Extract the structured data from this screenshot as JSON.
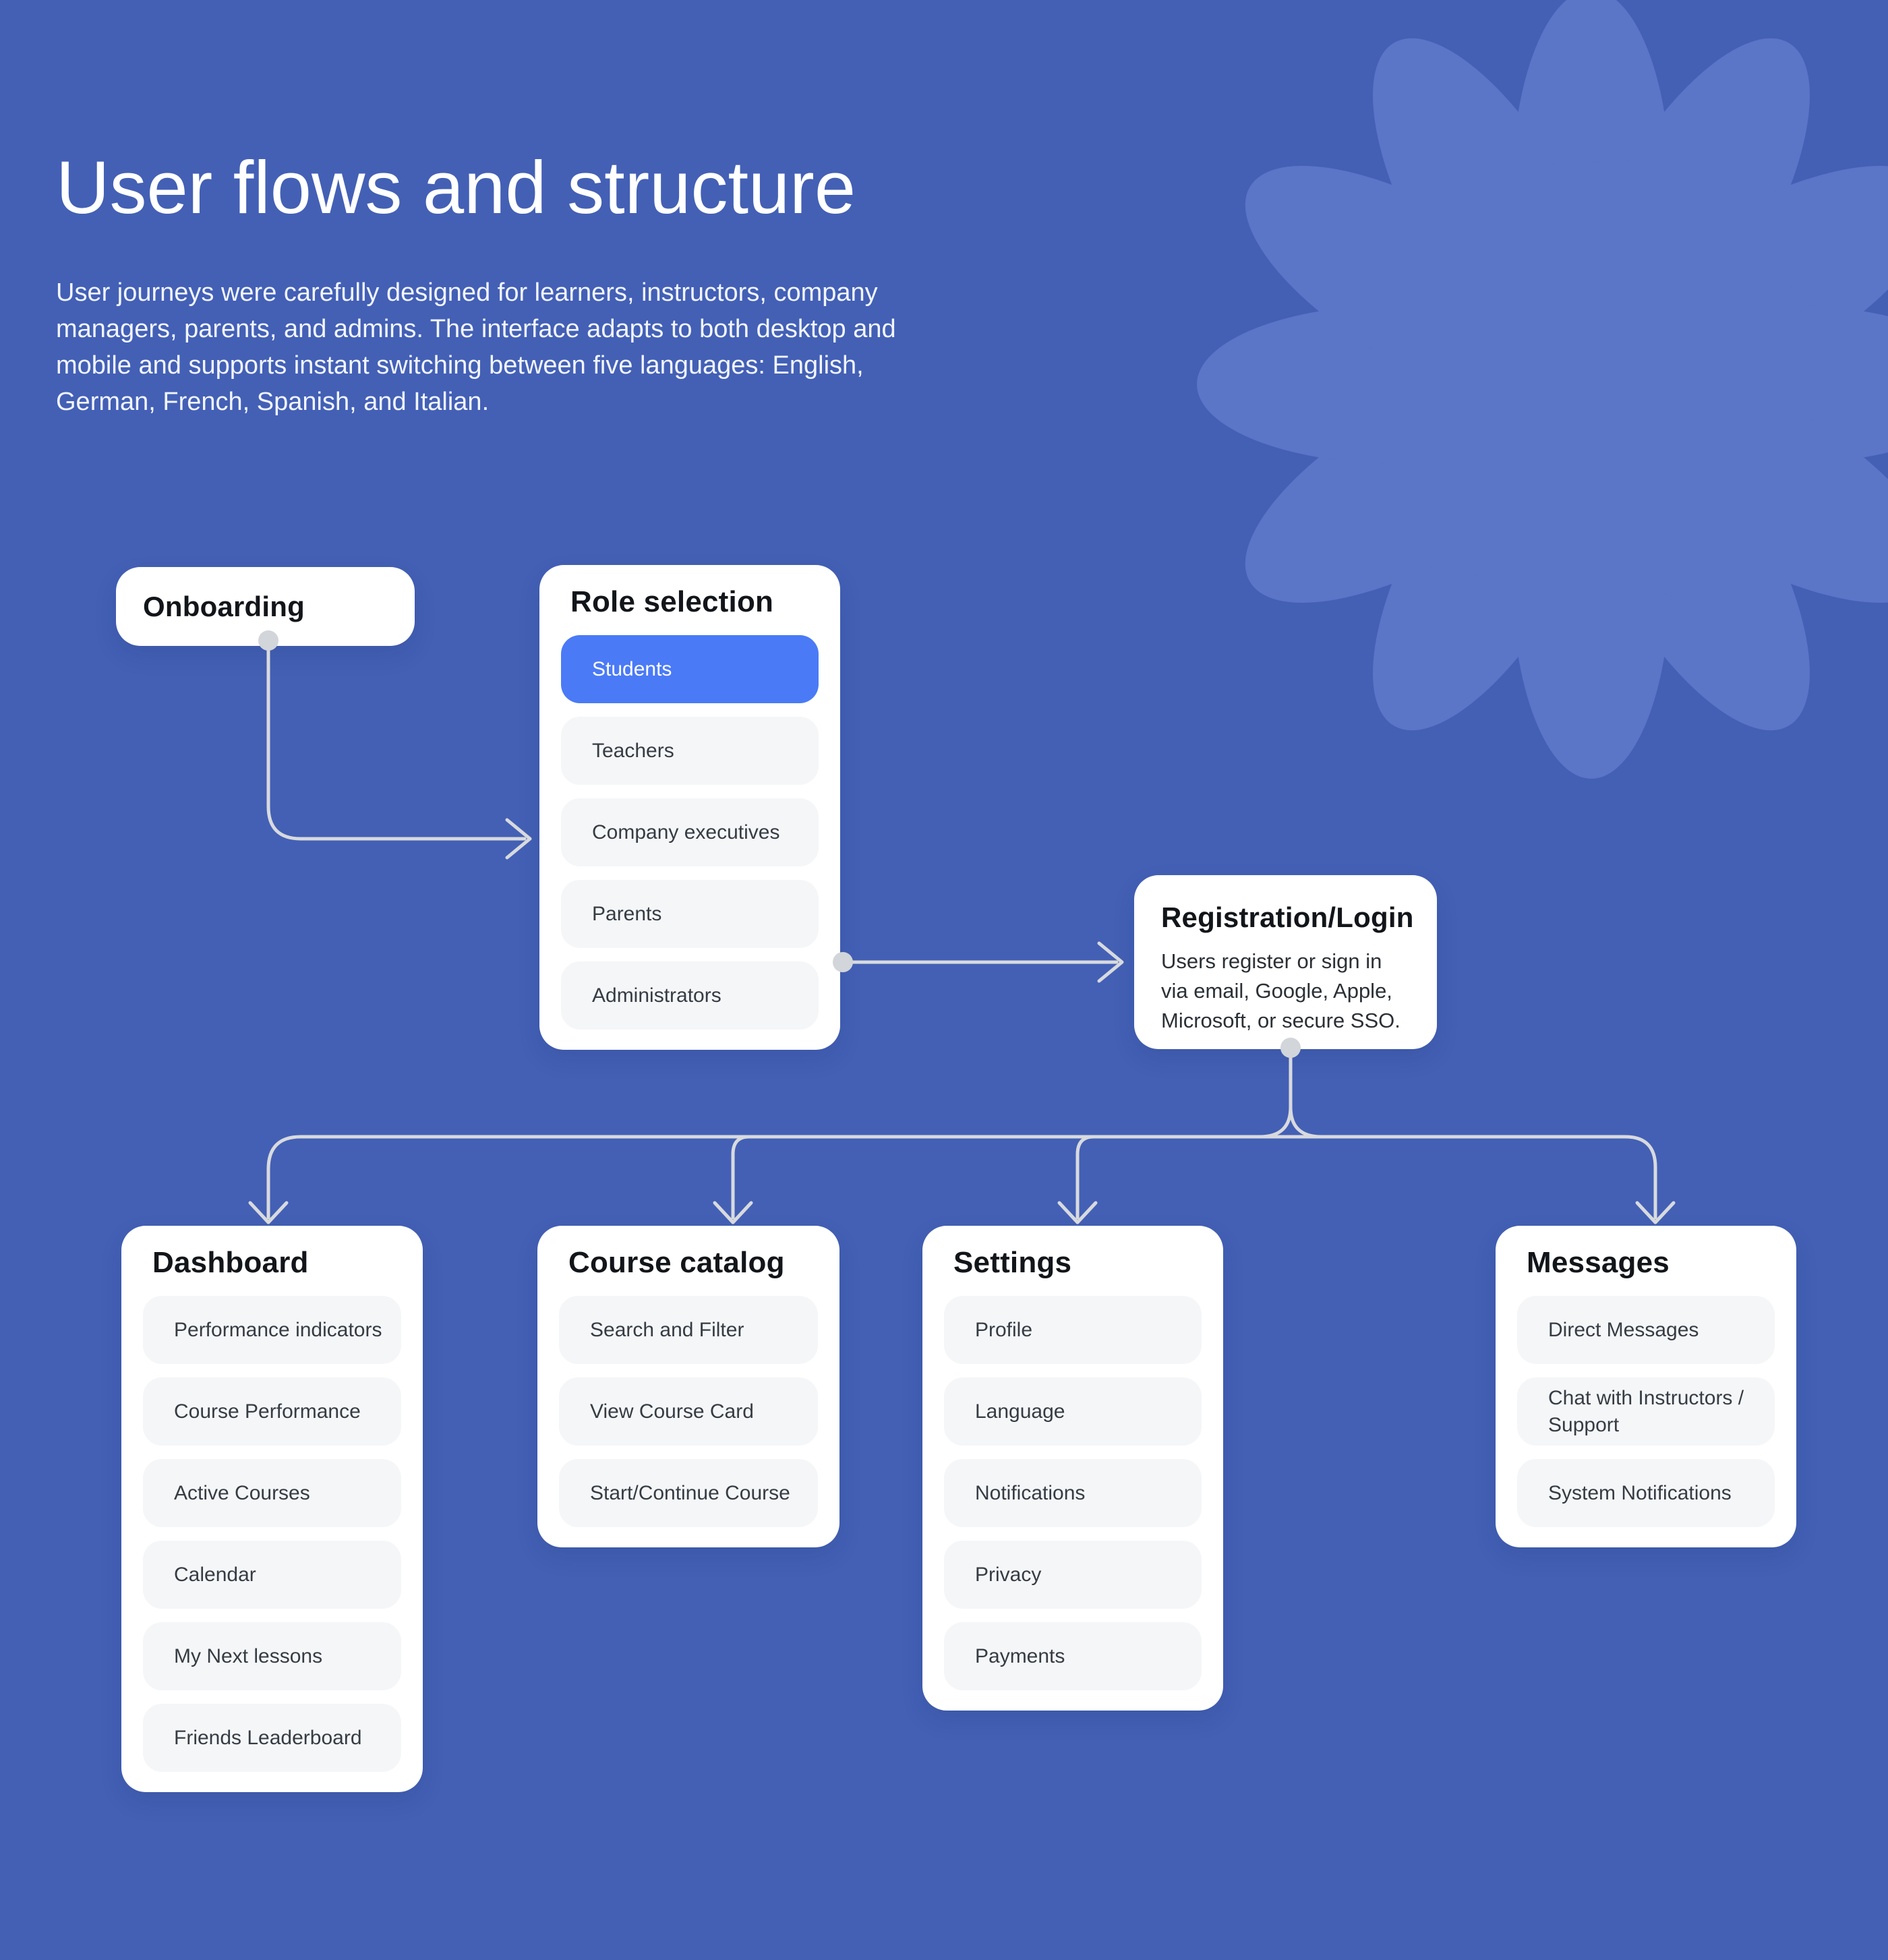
{
  "header": {
    "title": "User flows and structure",
    "description": "User journeys were carefully designed for learners, instructors, company\nmanagers, parents, and admins. The interface adapts to both desktop and\nmobile and supports instant switching between five languages: English,\nGerman, French, Spanish, and Italian."
  },
  "colors": {
    "background": "#4360b5",
    "flower": "#5b75c7",
    "card": "#ffffff",
    "item_background": "#f5f6f8",
    "accent_selected": "#4a7af6",
    "connector": "#d8dade",
    "title_text": "#121519",
    "item_text": "#363c44"
  },
  "nodes": {
    "onboarding": {
      "title": "Onboarding"
    },
    "role_selection": {
      "title": "Role selection",
      "items": [
        "Students",
        "Teachers",
        "Company executives",
        "Parents",
        "Administrators"
      ],
      "selected_item": "Students"
    },
    "registration": {
      "title": "Registration/Login",
      "body": "Users register or sign in via email, Google, Apple, Microsoft, or secure SSO."
    },
    "dashboard": {
      "title": "Dashboard",
      "items": [
        "Performance indicators",
        "Course Performance",
        "Active Courses",
        "Calendar",
        "My Next lessons",
        "Friends Leaderboard"
      ]
    },
    "course_catalog": {
      "title": "Course catalog",
      "items": [
        "Search and Filter",
        "View Course Card",
        "Start/Continue Course"
      ]
    },
    "settings": {
      "title": "Settings",
      "items": [
        "Profile",
        "Language",
        "Notifications",
        "Privacy",
        "Payments"
      ]
    },
    "messages": {
      "title": "Messages",
      "items": [
        "Direct Messages",
        "Chat with Instructors / Support",
        "System Notifications"
      ]
    }
  }
}
